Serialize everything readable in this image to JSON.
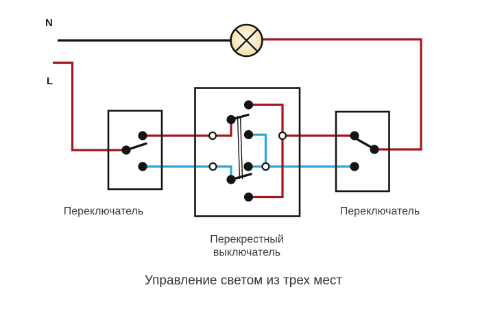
{
  "diagram": {
    "caption": "Управление светом из трех мест",
    "terminals": {
      "neutral": "N",
      "live": "L"
    },
    "components": {
      "lamp_icon": "lamp-circle-with-cross",
      "left_switch": {
        "label": "Переключатель"
      },
      "cross_switch": {
        "label": "Перекрестный\nвыключатель"
      },
      "right_switch": {
        "label": "Переключатель"
      }
    },
    "colors": {
      "neutral_wire": "#141414",
      "live_wire": "#a4161c",
      "traveler_wire": "#2ba7da",
      "contact": "#141414",
      "lamp_glow_center": "#fffdf2",
      "lamp_glow_edge": "#f2d99b",
      "text": "#3c3c3c"
    }
  }
}
